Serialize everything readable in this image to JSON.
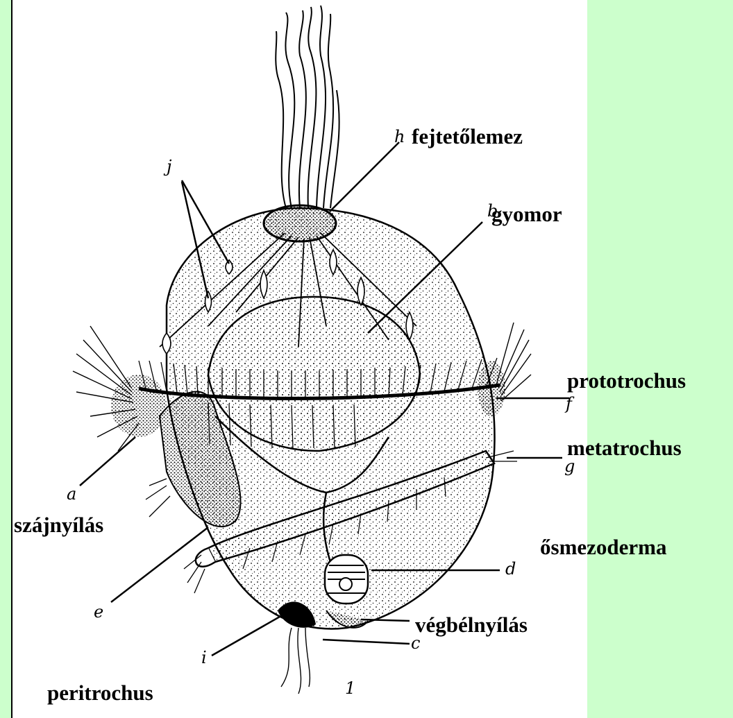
{
  "labels": {
    "fejtetolemez": "fejtetőlemez",
    "gyomor": "gyomor",
    "prototrochus": "prototrochus",
    "metatrochus": "metatrochus",
    "szajnyilas": "szájnyílás",
    "osmezoderma": "ősmezoderma",
    "vegbelnyilas": "végbélnyílás",
    "peritrochus": "peritrochus"
  },
  "letters": {
    "h": "h",
    "j": "j",
    "b": "b",
    "f": "f",
    "g": "g",
    "a": "a",
    "d": "d",
    "e": "e",
    "c": "c",
    "i": "i",
    "figure_number": "1"
  },
  "colors": {
    "background": "#ccffcc",
    "figure_panel": "#ffffff",
    "ink": "#000000"
  }
}
